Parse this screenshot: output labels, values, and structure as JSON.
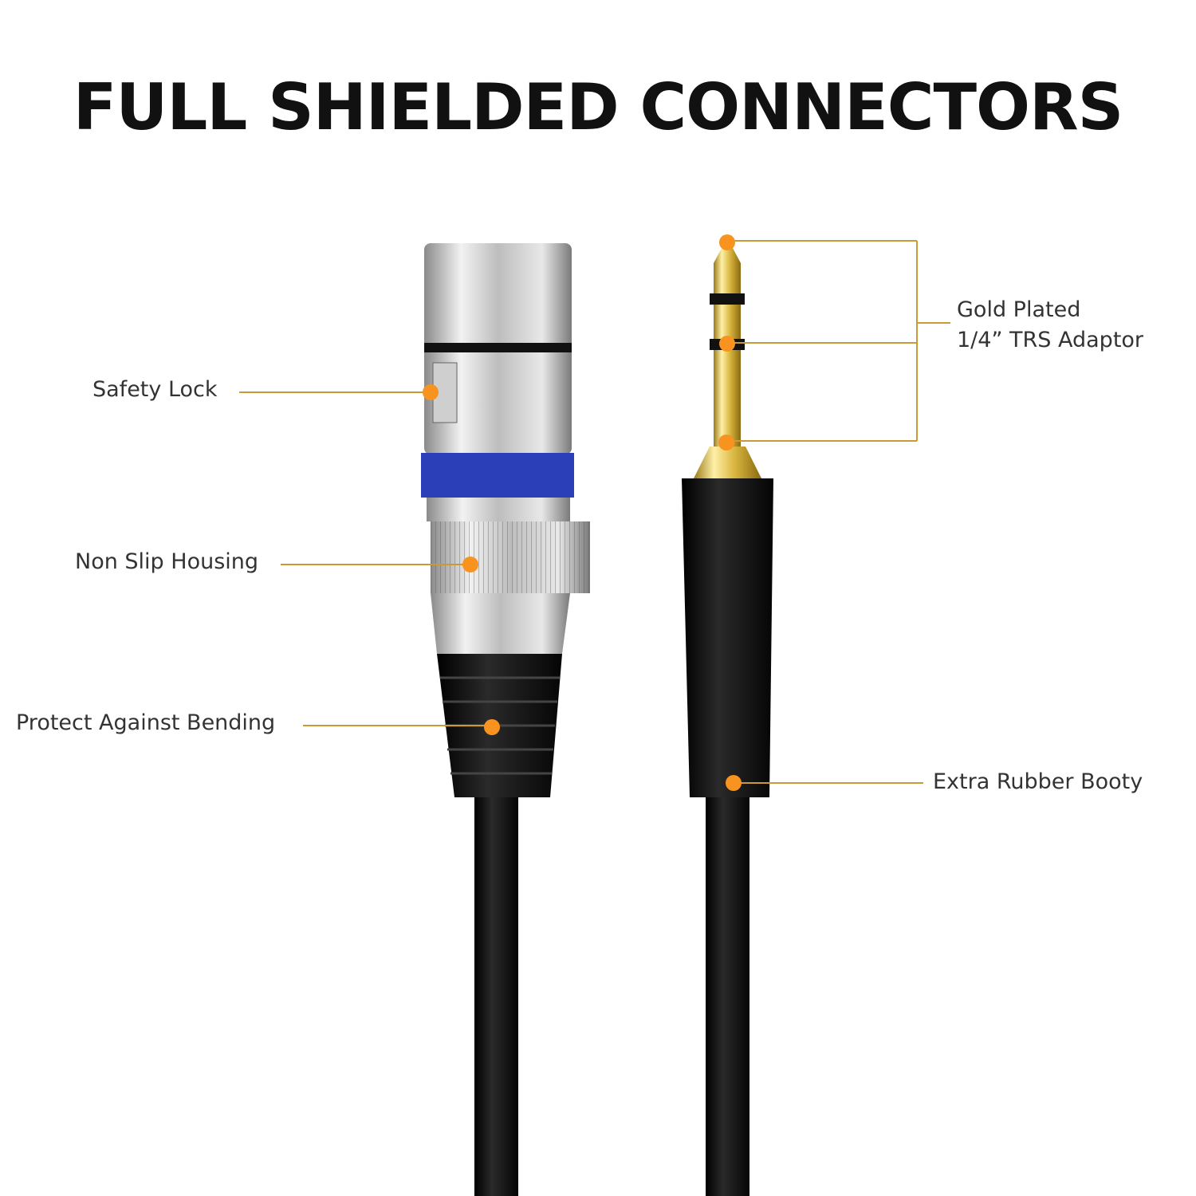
{
  "title": "FULL SHIELDED CONNECTORS",
  "callouts": {
    "safety_lock": "Safety Lock",
    "non_slip_housing": "Non Slip Housing",
    "protect_bending": "Protect Against Bending",
    "gold_plated_line1": "Gold Plated",
    "gold_plated_line2": "1/4” TRS Adaptor",
    "rubber_booty": "Extra Rubber Booty"
  },
  "colors": {
    "accent": "#f7931e",
    "leader": "#c89a3a",
    "ring": "#2a3fb8",
    "gold": "#d9b640"
  }
}
